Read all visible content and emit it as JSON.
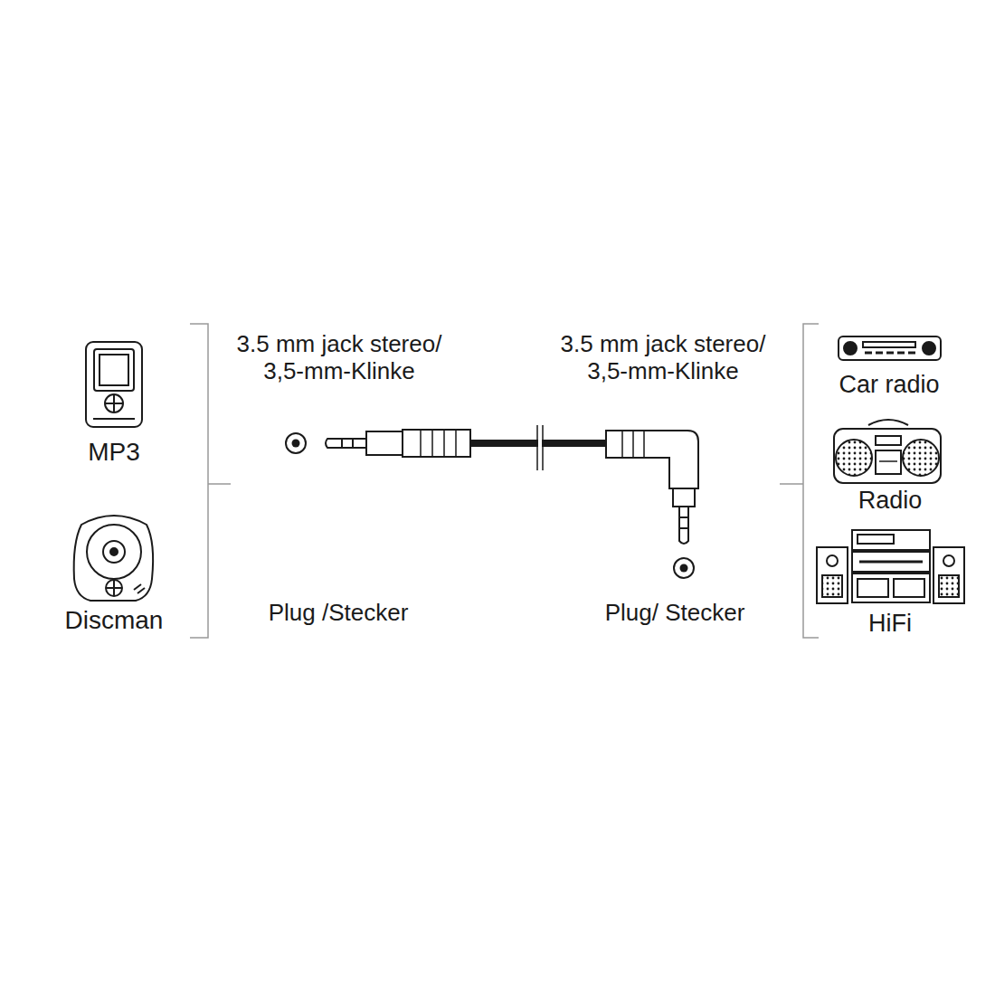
{
  "diagram": {
    "labels": [
      "MP3",
      "Discman",
      "3.5 mm jack stereo/ 3,5-mm-Klinke",
      "3.5 mm jack stereo/ 3,5-mm-Klinke",
      "Plug /Stecker",
      "Plug/ Stecker",
      "Car radio",
      "Radio",
      "HiFi"
    ]
  }
}
